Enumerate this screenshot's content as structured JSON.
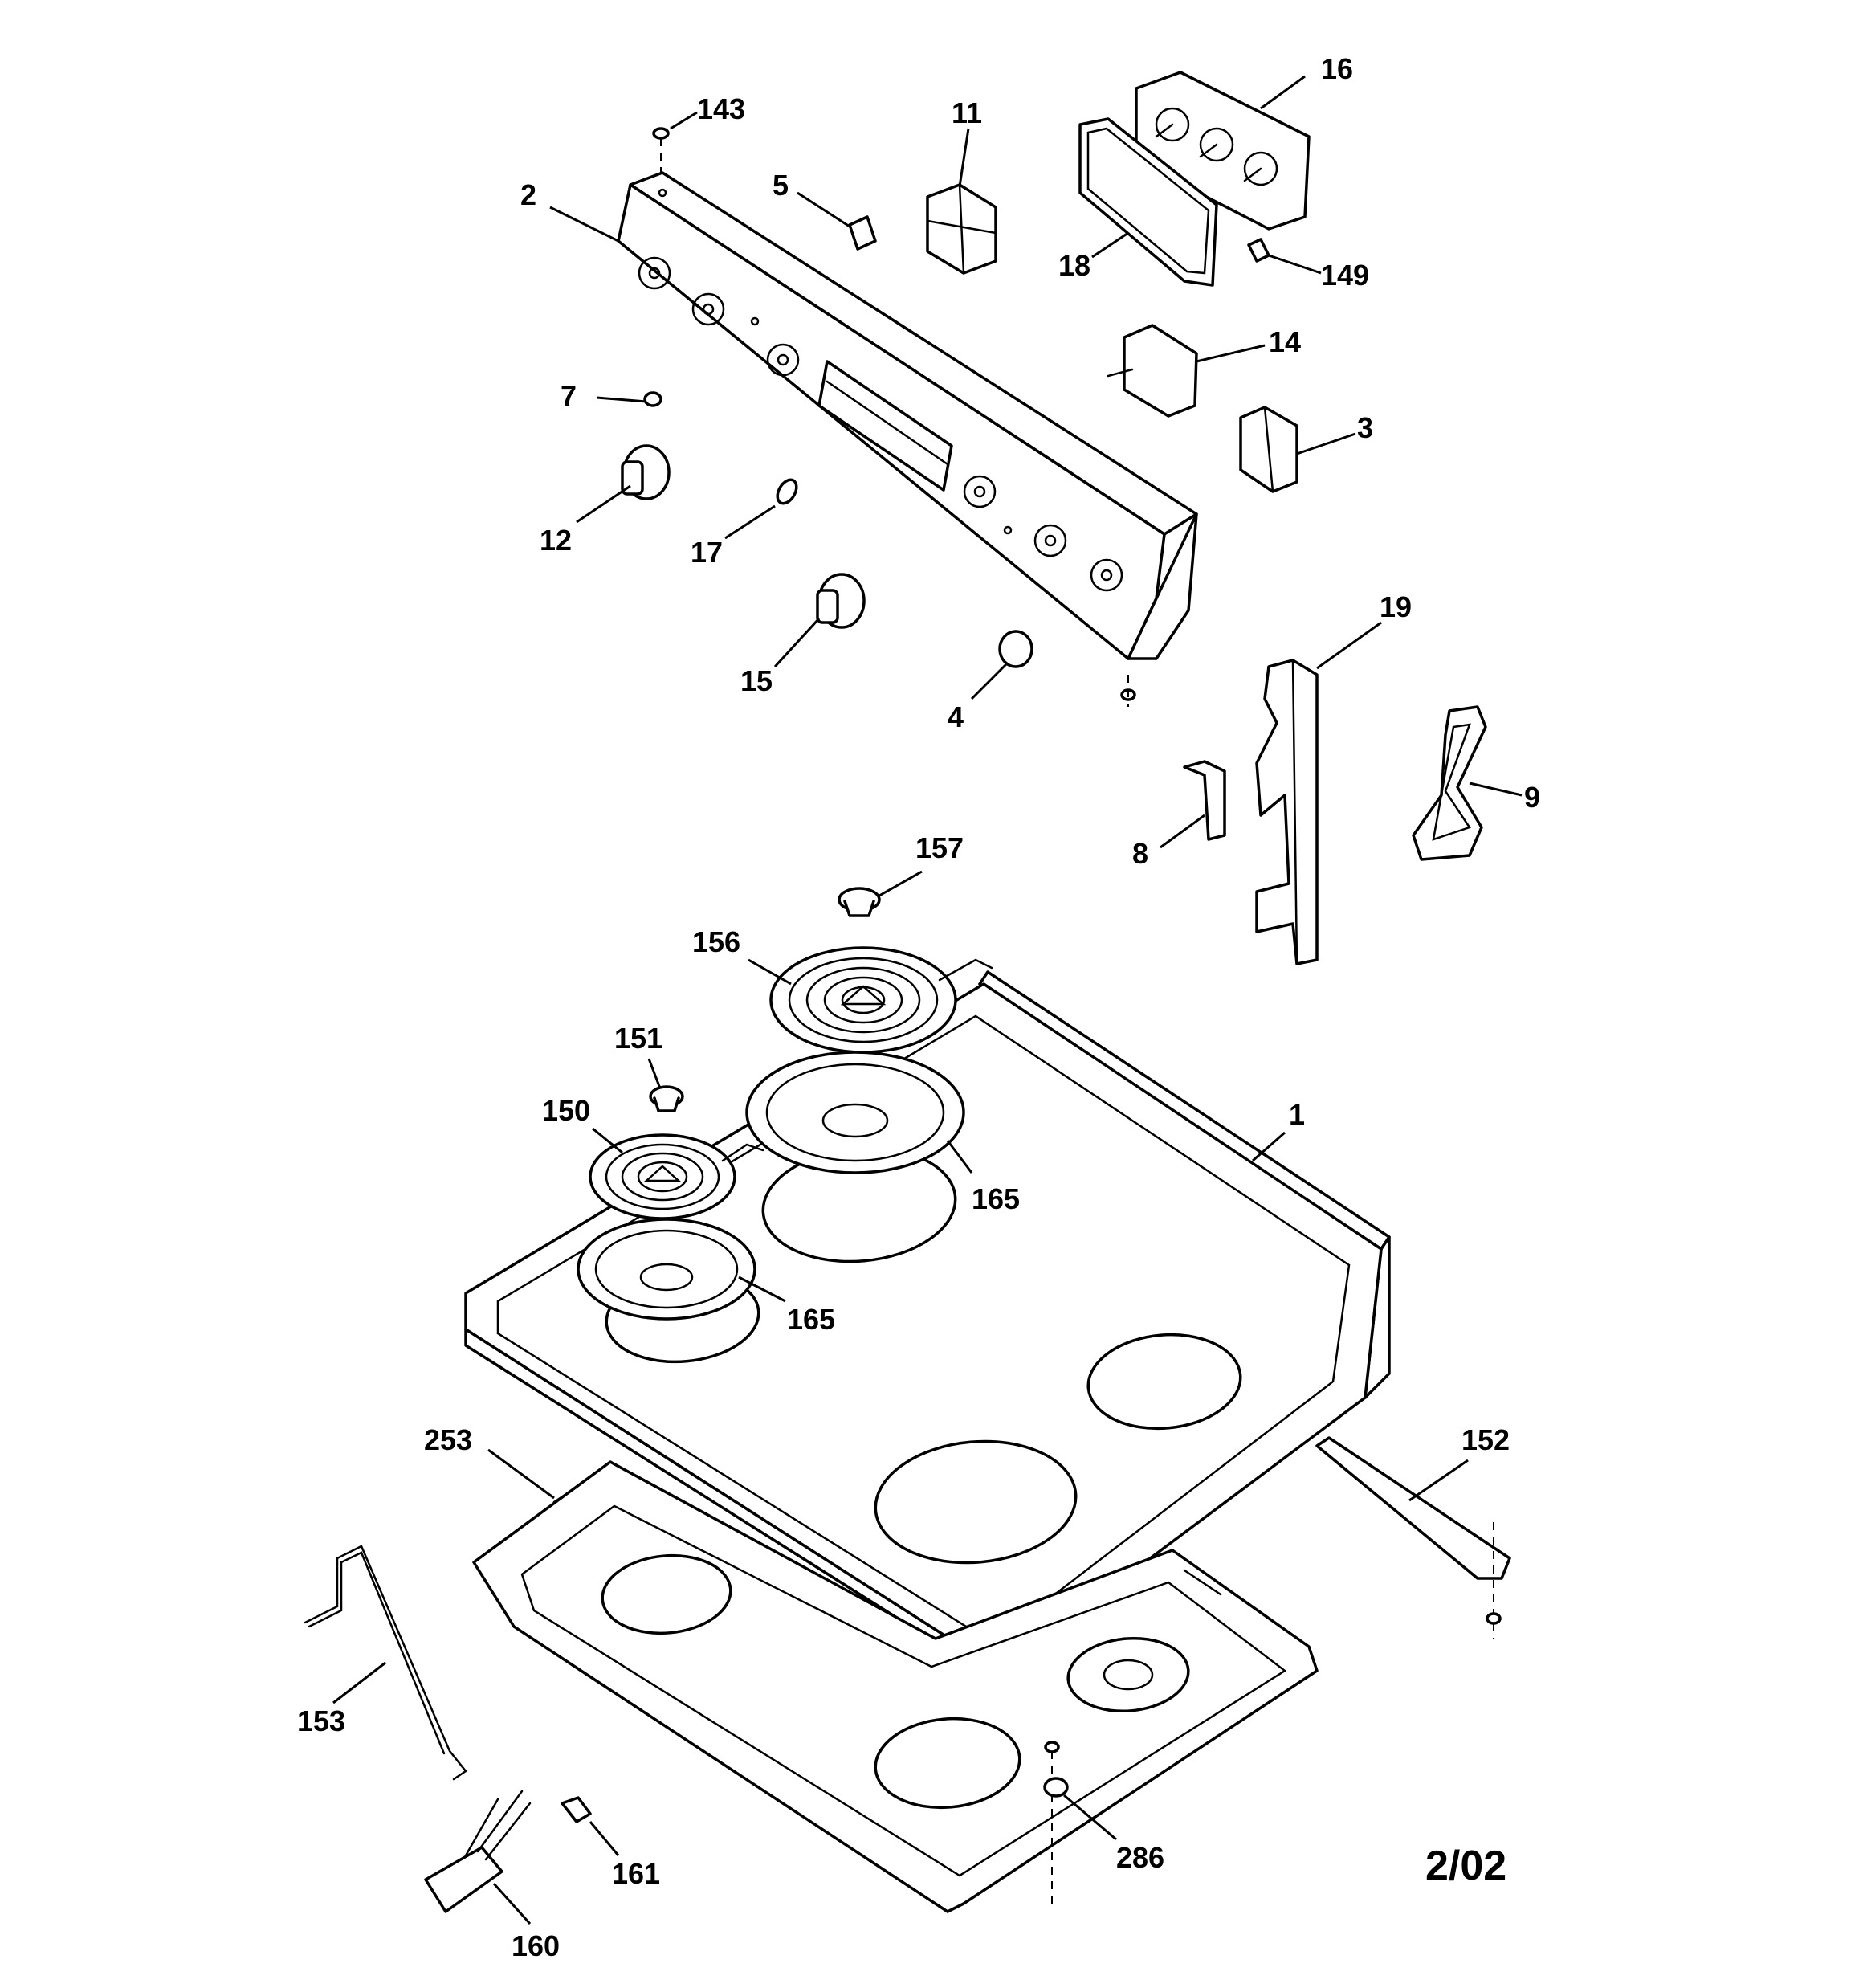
{
  "callouts": {
    "c143": "143",
    "c2": "2",
    "c5": "5",
    "c11": "11",
    "c16": "16",
    "c18": "18",
    "c149": "149",
    "c14": "14",
    "c3": "3",
    "c7": "7",
    "c12": "12",
    "c17": "17",
    "c15": "15",
    "c4": "4",
    "c19": "19",
    "c8": "8",
    "c9": "9",
    "c157": "157",
    "c156": "156",
    "c151": "151",
    "c150": "150",
    "c165a": "165",
    "c165b": "165",
    "c1": "1",
    "c253": "253",
    "c152": "152",
    "c153": "153",
    "c286": "286",
    "c161": "161",
    "c160": "160"
  },
  "date_code": "2/02"
}
